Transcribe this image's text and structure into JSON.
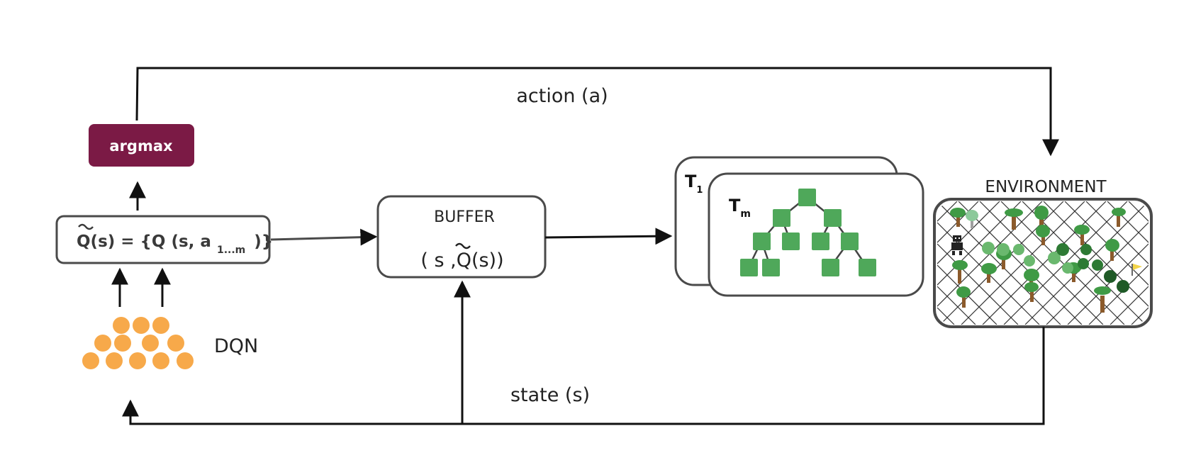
{
  "labels": {
    "action": "action (a)",
    "state": "state (s)",
    "argmax": "argmax",
    "q_main": "Q(s) = {Q (s, a",
    "q_sub": "1...m",
    "q_close": ")}",
    "buffer_title": "BUFFER",
    "buffer_content": "( s ,Q(s))",
    "dqn": "DQN",
    "t1": "T",
    "t1_sub": "1",
    "tm": "T",
    "tm_sub": "m",
    "environment": "ENVIRONMENT"
  },
  "colors": {
    "argmax_fill": "#7b1a45",
    "dqn_node": "#f7a94a",
    "tree_node": "#4fa85a",
    "box_stroke": "#4a4a4a",
    "line": "#111111"
  },
  "icons": {
    "environment_grid": "forest-grid-map",
    "agent": "robot-icon",
    "goal": "flag-icon",
    "tree": "tree-icon"
  }
}
